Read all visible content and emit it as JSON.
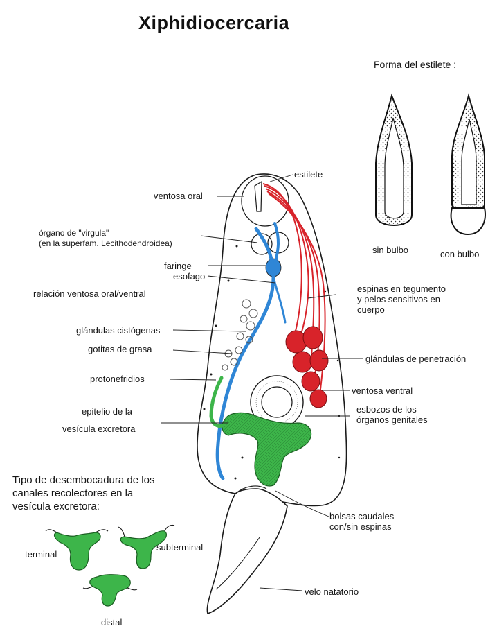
{
  "title": "Xiphidiocercaria",
  "stylet_panel": {
    "heading": "Forma del estilete :",
    "sin_bulbo": "sin bulbo",
    "con_bulbo": "con bulbo"
  },
  "labels": {
    "estilete": "estilete",
    "ventosa_oral": "ventosa oral",
    "organo_virgula_1": "órgano de \"virgula\"",
    "organo_virgula_2": "(en la superfam. Lecithodendroidea)",
    "faringe": "faringe",
    "esofago": "esofago",
    "relacion": "relación ventosa oral/ventral",
    "espinas_1": "espinas en tegumento",
    "espinas_2": "y pelos sensitivos en",
    "espinas_3": "cuerpo",
    "glandulas_cistogenas": "glándulas cistógenas",
    "gotitas": "gotitas de grasa",
    "glandulas_penetracion": "glándulas de penetración",
    "protonefridios": "protonefridios",
    "ventosa_ventral": "ventosa ventral",
    "epitelio_1": "epitelio de la",
    "epitelio_2": "vesícula excretora",
    "esbozos_1": "esbozos de los",
    "esbozos_2": "órganos genitales",
    "bolsas_1": "bolsas caudales",
    "bolsas_2": "con/sin espinas",
    "velo": "velo natatorio"
  },
  "inset": {
    "heading_1": "Tipo de desembocadura de los",
    "heading_2": "canales recolectores en la",
    "heading_3": "vesícula excretora:",
    "terminal": "terminal",
    "subterminal": "subterminal",
    "distal": "distal"
  },
  "colors": {
    "excretory_blue": "#2f86d6",
    "gland_red": "#d8232a",
    "vesicle_green": "#3db54a",
    "ink": "#1a1a1a"
  }
}
